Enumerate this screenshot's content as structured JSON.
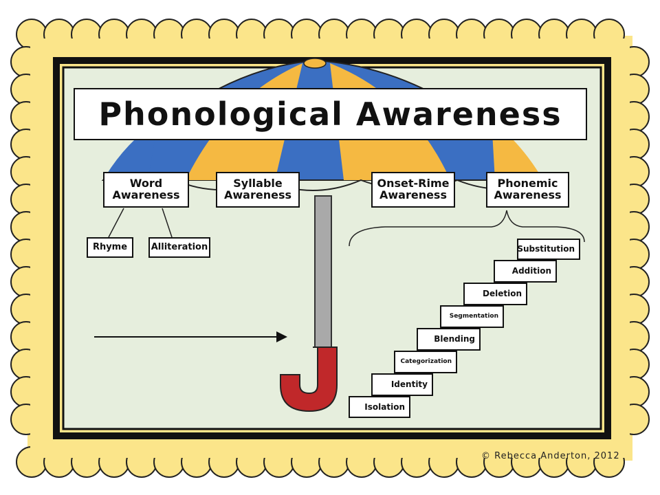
{
  "title": "Phonological Awareness",
  "categories": [
    {
      "id": "word",
      "label": "Word\nAwareness"
    },
    {
      "id": "syllable",
      "label": "Syllable\nAwareness"
    },
    {
      "id": "onset",
      "label": "Onset-Rime\nAwareness"
    },
    {
      "id": "phonemic",
      "label": "Phonemic\nAwareness"
    }
  ],
  "word_subskills": [
    "Rhyme",
    "Alliteration"
  ],
  "phonemic_steps": [
    "Isolation",
    "Identity",
    "Categorization",
    "Blending",
    "Segmentation",
    "Deletion",
    "Addition",
    "Substitution"
  ],
  "copyright": "© Rebecca Anderton, 2012",
  "colors": {
    "frame_yellow": "#fbe58a",
    "panel": "#e6eedd",
    "umbrella_blue": "#3b6fc2",
    "umbrella_yellow": "#f5b942",
    "pole": "#a9a9a9",
    "handle": "#c0282a"
  }
}
